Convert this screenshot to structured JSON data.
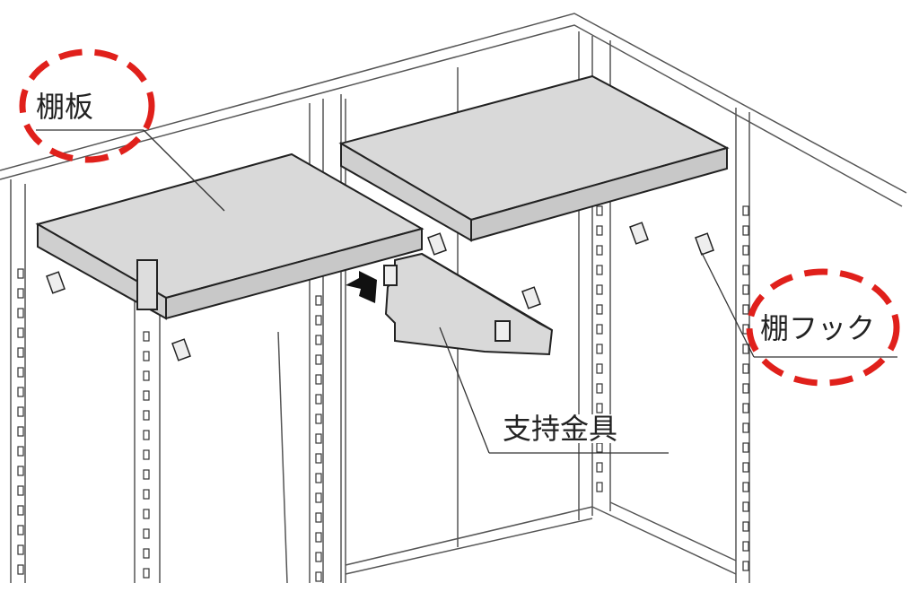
{
  "labels": {
    "shelf_board": "棚板",
    "shelf_hook": "棚フック",
    "support_bracket": "支持金具"
  },
  "colors": {
    "highlight": "#e0201b",
    "shelf_fill": "#d9d9d9",
    "line": "#222222"
  }
}
